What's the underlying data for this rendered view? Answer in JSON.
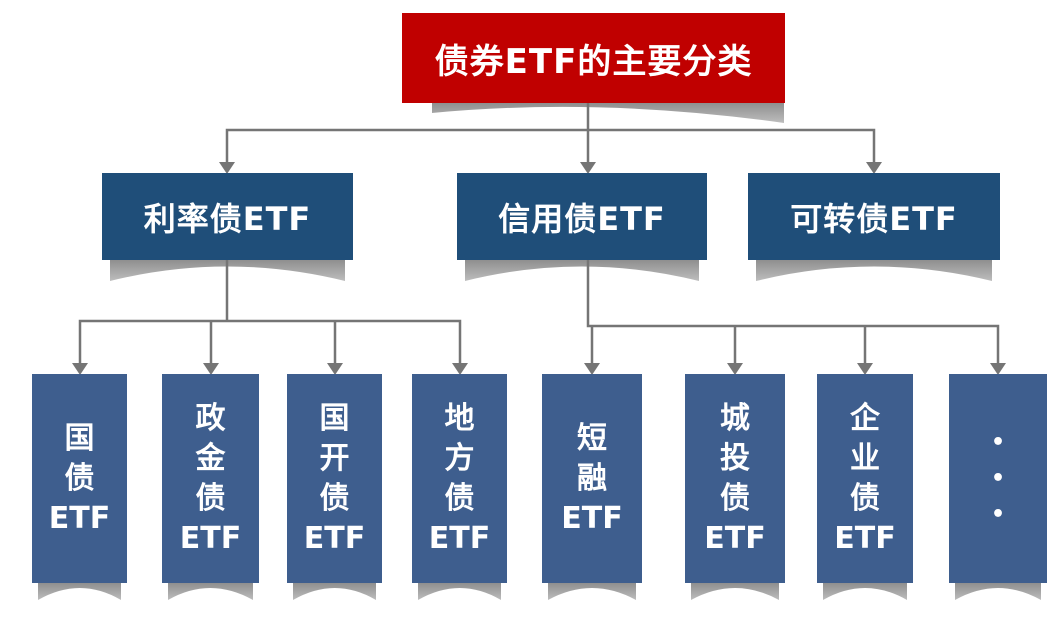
{
  "tree": {
    "root": {
      "label": "债券ETF的主要分类"
    },
    "branches": [
      {
        "label": "利率债ETF",
        "children": [
          {
            "label": "国债ETF",
            "lines": [
              "国",
              "债",
              "ETF"
            ]
          },
          {
            "label": "政金债ETF",
            "lines": [
              "政",
              "金",
              "债",
              "ETF"
            ]
          },
          {
            "label": "国开债ETF",
            "lines": [
              "国",
              "开",
              "债",
              "ETF"
            ]
          },
          {
            "label": "地方债ETF",
            "lines": [
              "地",
              "方",
              "债",
              "ETF"
            ]
          }
        ]
      },
      {
        "label": "信用债ETF",
        "children": [
          {
            "label": "短融ETF",
            "lines": [
              "短",
              "融",
              "ETF"
            ]
          },
          {
            "label": "城投债ETF",
            "lines": [
              "城",
              "投",
              "债",
              "ETF"
            ]
          },
          {
            "label": "企业债ETF",
            "lines": [
              "企",
              "业",
              "债",
              "ETF"
            ]
          },
          {
            "label": "···",
            "lines": [
              "•",
              "•",
              "•"
            ]
          }
        ]
      },
      {
        "label": "可转债ETF",
        "children": []
      }
    ]
  },
  "colors": {
    "title_bg": "#C00000",
    "branch_bg": "#1F4E79",
    "leaf_bg": "#3E5E8E",
    "connector": "#757575",
    "text": "#FFFFFF"
  }
}
